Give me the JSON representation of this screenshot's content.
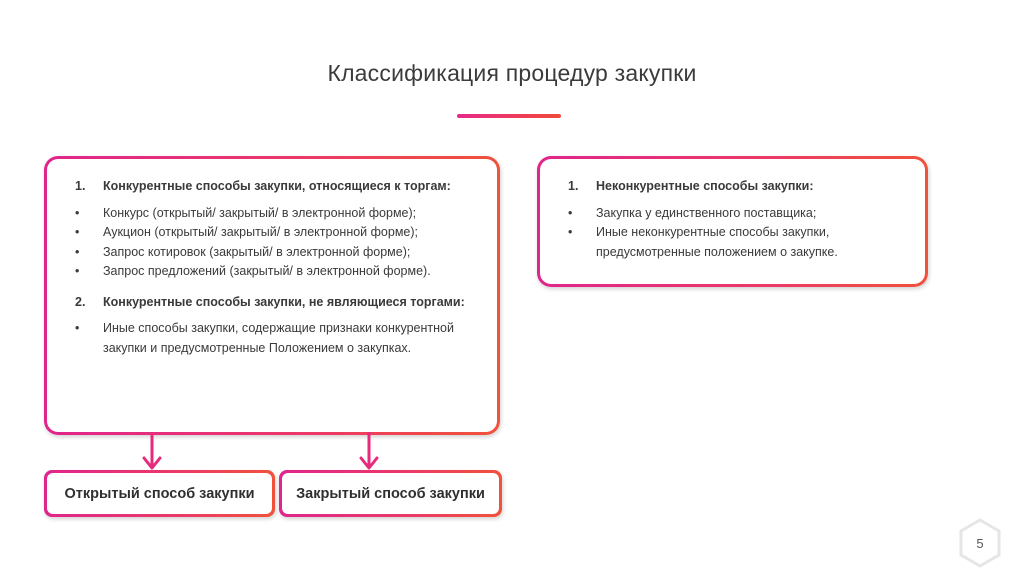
{
  "slide": {
    "title": "Классификация процедур закупки",
    "page_number": "5"
  },
  "left_box": {
    "section1": {
      "number": "1.",
      "heading": "Конкурентные способы закупки, относящиеся к торгам:",
      "items": [
        "Конкурс (открытый/ закрытый/ в электронной форме);",
        "Аукцион (открытый/ закрытый/ в электронной форме);",
        "Запрос котировок (закрытый/ в электронной форме);",
        "Запрос предложений (закрытый/ в электронной форме)."
      ]
    },
    "section2": {
      "number": "2.",
      "heading": "Конкурентные способы закупки, не являющиеся торгами:",
      "items": [
        "Иные способы закупки, содержащие признаки конкурентной закупки и предусмотренные Положением о закупках."
      ]
    }
  },
  "right_box": {
    "number": "1.",
    "heading": "Неконкурентные способы закупки:",
    "items": [
      "Закупка у единственного поставщика;",
      "Иные неконкурентные способы закупки, предусмотренные положением о закупке."
    ]
  },
  "bottom_boxes": {
    "open": "Открытый способ закупки",
    "closed": "Закрытый способ закупки"
  },
  "colors": {
    "accent_start": "#e0258c",
    "accent_end": "#f0523a"
  }
}
